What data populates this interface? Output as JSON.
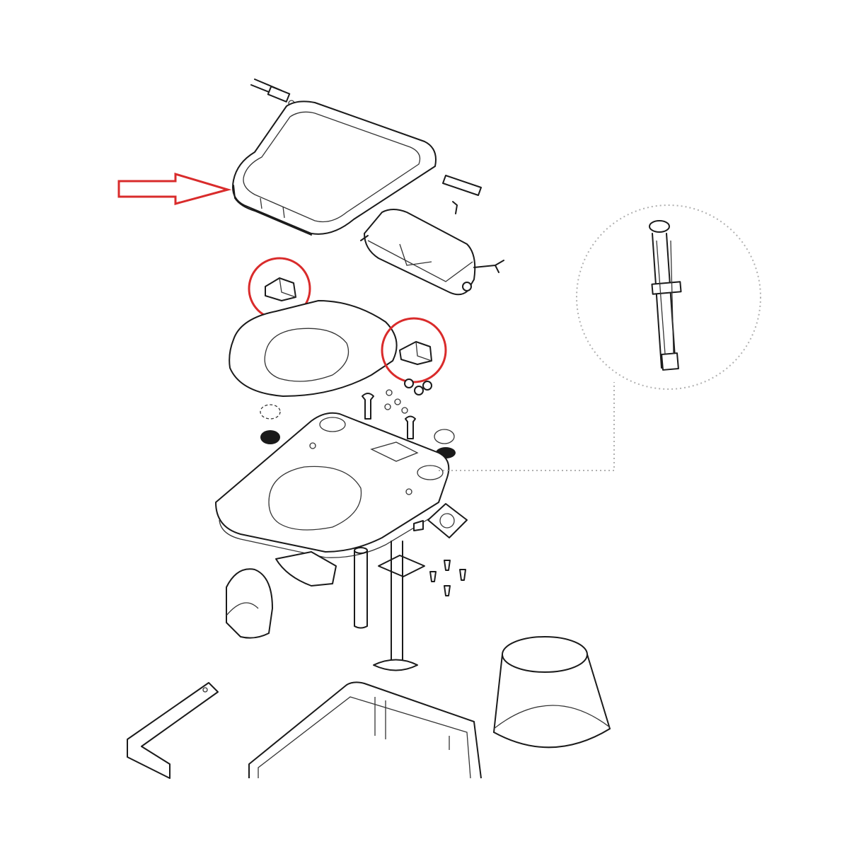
{
  "diagram": {
    "subject": "exploded-parts-view",
    "colors": {
      "line": "#1a1a1a",
      "highlight": "#d92b2b",
      "detail_circle": "#b0b0b0",
      "background": "#ffffff"
    },
    "callouts": [
      {
        "kind": "arrow",
        "target": "lid"
      },
      {
        "kind": "circle",
        "target": "hinge-left"
      },
      {
        "kind": "circle",
        "target": "hinge-right"
      },
      {
        "kind": "detail-circle",
        "target": "pump-piston"
      }
    ]
  }
}
